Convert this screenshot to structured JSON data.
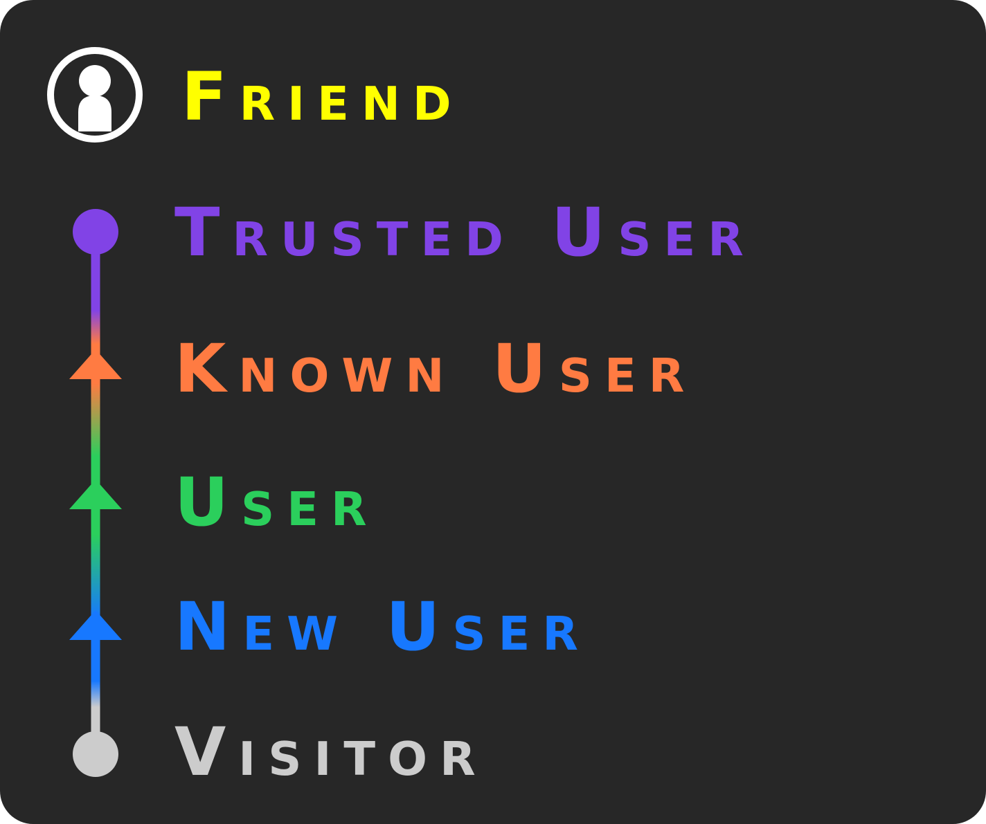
{
  "ranks": {
    "friend": {
      "label": "Friend",
      "color": "#ffff00",
      "icon": "friend-avatar-icon"
    },
    "trusted": {
      "label": "Trusted User",
      "color": "#8143e6",
      "icon": "circle-node-icon"
    },
    "known": {
      "label": "Known User",
      "color": "#ff7b42",
      "icon": "triangle-up-icon"
    },
    "user": {
      "label": "User",
      "color": "#2bcf5c",
      "icon": "triangle-up-icon"
    },
    "new": {
      "label": "New User",
      "color": "#1778ff",
      "icon": "triangle-up-icon"
    },
    "visitor": {
      "label": "Visitor",
      "color": "#cccccc",
      "icon": "circle-node-icon"
    }
  },
  "colors": {
    "background": "#272727",
    "avatar": "#ffffff"
  }
}
